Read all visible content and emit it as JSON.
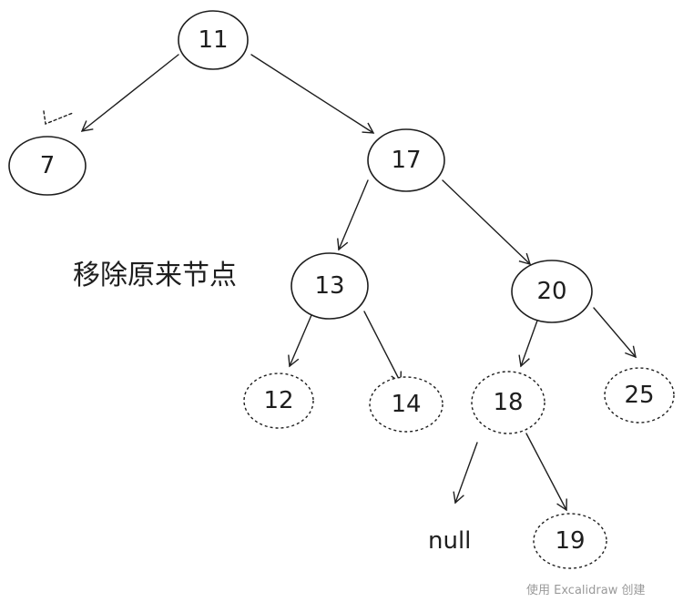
{
  "caption": "移除原来节点",
  "watermark": "使用 Excalidraw 创建",
  "nodes": [
    {
      "id": "n11",
      "label": "11",
      "style": "solid"
    },
    {
      "id": "n7",
      "label": "7",
      "style": "solid"
    },
    {
      "id": "n17",
      "label": "17",
      "style": "solid"
    },
    {
      "id": "n13",
      "label": "13",
      "style": "solid"
    },
    {
      "id": "n20",
      "label": "20",
      "style": "solid"
    },
    {
      "id": "n12",
      "label": "12",
      "style": "dashed"
    },
    {
      "id": "n14",
      "label": "14",
      "style": "dashed"
    },
    {
      "id": "n18",
      "label": "18",
      "style": "dashed"
    },
    {
      "id": "n25",
      "label": "25",
      "style": "dashed"
    },
    {
      "id": "n19",
      "label": "19",
      "style": "dashed"
    }
  ],
  "null_label": "null",
  "edges": [
    {
      "from": "n11",
      "to": "n7"
    },
    {
      "from": "n11",
      "to": "n17"
    },
    {
      "from": "n17",
      "to": "n13"
    },
    {
      "from": "n17",
      "to": "n20"
    },
    {
      "from": "n13",
      "to": "n12"
    },
    {
      "from": "n13",
      "to": "n14"
    },
    {
      "from": "n20",
      "to": "n18"
    },
    {
      "from": "n20",
      "to": "n25"
    },
    {
      "from": "n18",
      "to": "null"
    },
    {
      "from": "n18",
      "to": "n19"
    }
  ]
}
